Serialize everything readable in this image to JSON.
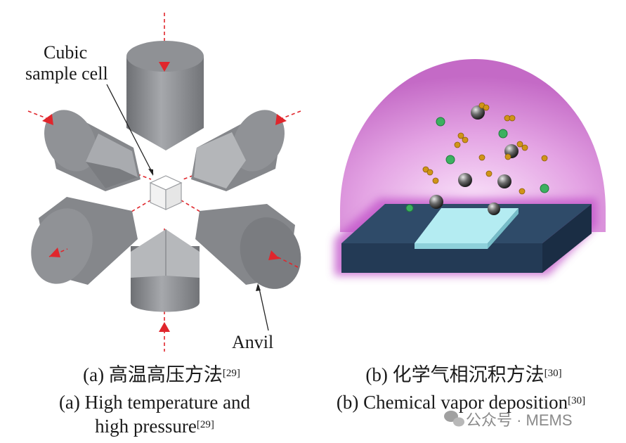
{
  "panel_a": {
    "label_cell_line1": "Cubic",
    "label_cell_line2": "sample cell",
    "label_anvil": "Anvil",
    "caption_zh": "(a) 高温高压方法",
    "caption_zh_ref": "[29]",
    "caption_en_line1": "(a) High temperature and",
    "caption_en_line2": "high pressure",
    "caption_en_ref": "[29]"
  },
  "panel_b": {
    "caption_zh": "(b) 化学气相沉积方法",
    "caption_zh_ref": "[30]",
    "caption_en": "(b) Chemical vapor deposition",
    "caption_en_ref": "[30]"
  },
  "watermark": {
    "icon": "wechat-icon",
    "text": "公众号 · MEMS"
  },
  "colors": {
    "anvil": "#8c8e92",
    "arrow": "#e0262c",
    "plasma": "#c060c0",
    "substrate": "#2e4a66",
    "sample": "#aee6ee",
    "dot_green": "#3cb060",
    "dot_orange": "#d09418"
  }
}
